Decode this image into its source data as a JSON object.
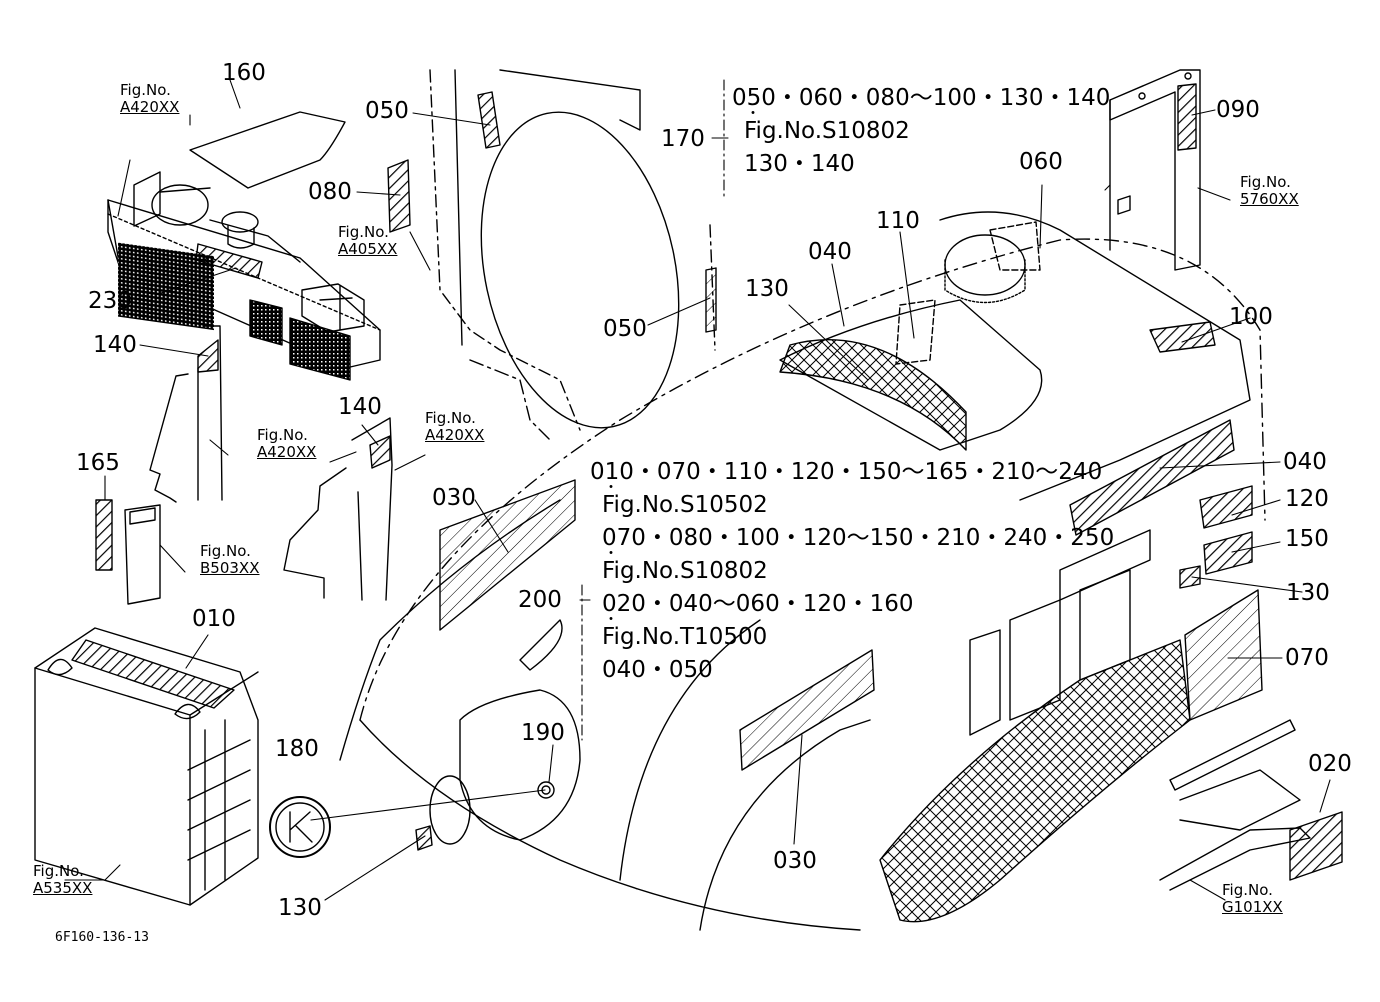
{
  "part_labels": [
    {
      "id": "p160a",
      "text": "160"
    },
    {
      "id": "p050a",
      "text": "050"
    },
    {
      "id": "p080",
      "text": "080"
    },
    {
      "id": "p170",
      "text": "170"
    },
    {
      "id": "p090",
      "text": "090"
    },
    {
      "id": "p060",
      "text": "060"
    },
    {
      "id": "p110",
      "text": "110"
    },
    {
      "id": "p040a",
      "text": "040"
    },
    {
      "id": "p230",
      "text": "230"
    },
    {
      "id": "p130a",
      "text": "130"
    },
    {
      "id": "p050b",
      "text": "050"
    },
    {
      "id": "p100",
      "text": "100"
    },
    {
      "id": "p140a",
      "text": "140"
    },
    {
      "id": "p140b",
      "text": "140"
    },
    {
      "id": "p165",
      "text": "165"
    },
    {
      "id": "p040b",
      "text": "040"
    },
    {
      "id": "p030a",
      "text": "030"
    },
    {
      "id": "p120",
      "text": "120"
    },
    {
      "id": "p150",
      "text": "150"
    },
    {
      "id": "p130b",
      "text": "130"
    },
    {
      "id": "p010",
      "text": "010"
    },
    {
      "id": "p200",
      "text": "200"
    },
    {
      "id": "p070",
      "text": "070"
    },
    {
      "id": "p190",
      "text": "190"
    },
    {
      "id": "p180",
      "text": "180"
    },
    {
      "id": "p020",
      "text": "020"
    },
    {
      "id": "p030b",
      "text": "030"
    },
    {
      "id": "p130c",
      "text": "130"
    }
  ],
  "fig_refs": [
    {
      "id": "fA420a",
      "label": "Fig.No.",
      "number": "A420XX"
    },
    {
      "id": "fA405",
      "label": "Fig.No.",
      "number": "A405XX"
    },
    {
      "id": "f5760",
      "label": "Fig.No.",
      "number": "5760XX"
    },
    {
      "id": "fA420b",
      "label": "Fig.No.",
      "number": "A420XX"
    },
    {
      "id": "fA420c",
      "label": "Fig.No.",
      "number": "A420XX"
    },
    {
      "id": "fB503",
      "label": "Fig.No.",
      "number": "B503XX"
    },
    {
      "id": "fA535",
      "label": "Fig.No.",
      "number": "A535XX"
    },
    {
      "id": "fG101",
      "label": "Fig.No.",
      "number": "G101XX"
    }
  ],
  "note_170": {
    "line1": "050・060・080～100・130・140",
    "line2": "Fig.No.S10802",
    "line3": "130・140"
  },
  "note_200": {
    "line1": "010・070・110・120・150～165・210～240",
    "line2": "Fig.No.S10502",
    "line3": "070・080・100・120～150・210・240・250",
    "line4": "Fig.No.S10802",
    "line5": "020・040～060・120・160",
    "line6": "Fig.No.T10500",
    "line7": "040・050"
  },
  "drawing_code": "6F160-136-13",
  "bullet": "・"
}
